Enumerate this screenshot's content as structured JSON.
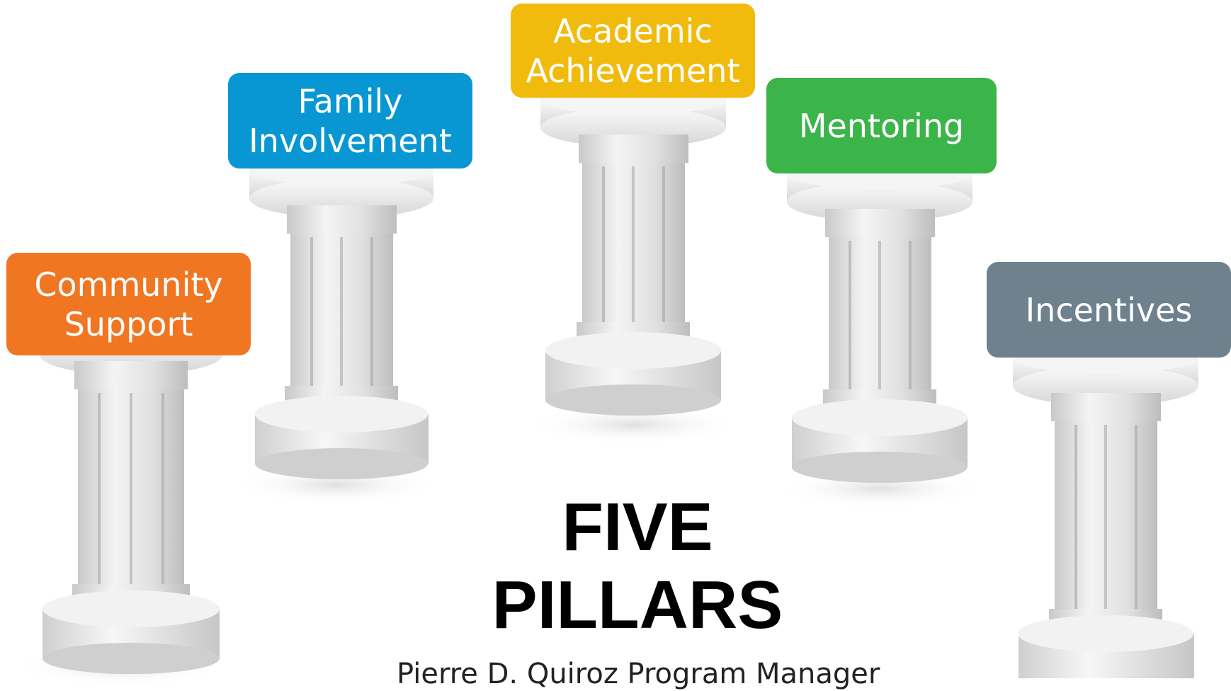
{
  "slide": {
    "title_line1": "FIVE",
    "title_line2": "PILLARS",
    "subtitle": "Pierre D. Quiroz Program Manager"
  },
  "pillars": [
    {
      "name": "community-support",
      "label_line1": "Community",
      "label_line2": "Support",
      "color": "#f07622"
    },
    {
      "name": "family-involvement",
      "label_line1": "Family",
      "label_line2": "Involvement",
      "color": "#0897d3"
    },
    {
      "name": "academic-achievement",
      "label_line1": "Academic",
      "label_line2": "Achievement",
      "color": "#f1bb0e"
    },
    {
      "name": "mentoring",
      "label_line1": "Mentoring",
      "label_line2": "",
      "color": "#3bb44a"
    },
    {
      "name": "incentives",
      "label_line1": "Incentives",
      "label_line2": "",
      "color": "#6e818c"
    }
  ]
}
